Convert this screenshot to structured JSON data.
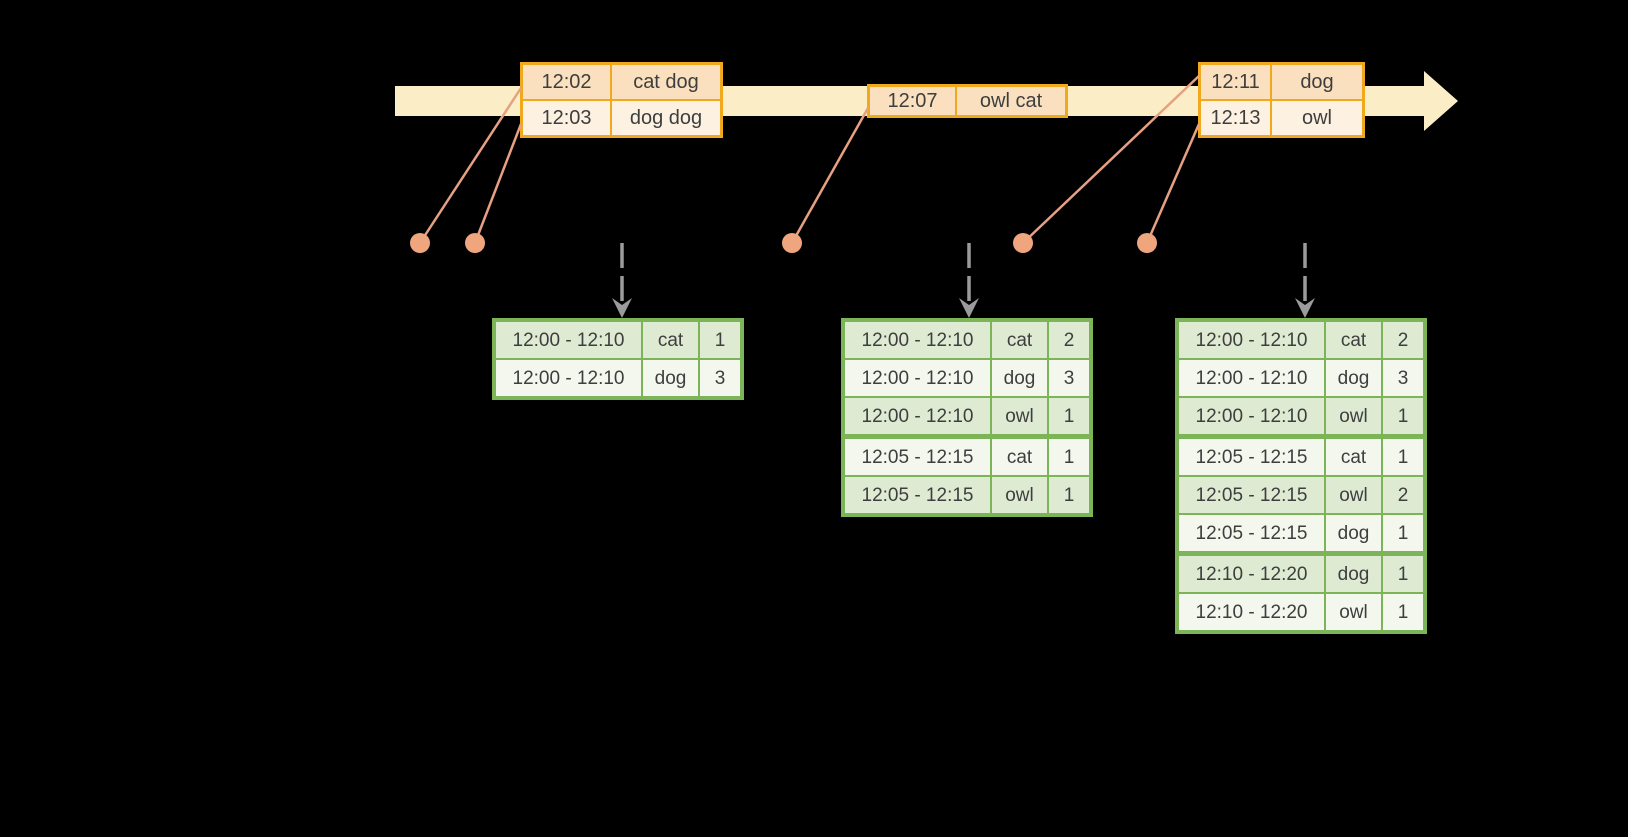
{
  "colors": {
    "background": "#000000",
    "timeline_fill": "#fbeec6",
    "event_border": "#f0a81c",
    "event_row_dark": "#fae0be",
    "event_row_light": "#fdf2e1",
    "result_border": "#7bb558",
    "result_row_dark": "#dfead3",
    "result_row_light": "#f3f7ee",
    "dot": "#efa57e",
    "connector": "#e8a083",
    "arrow_gray": "#9b9b9b",
    "text": "#3e3e3e"
  },
  "event_stream": {
    "tables": [
      {
        "rows": [
          {
            "time": "12:02",
            "words": "cat dog"
          },
          {
            "time": "12:03",
            "words": "dog dog"
          }
        ]
      },
      {
        "rows": [
          {
            "time": "12:07",
            "words": "owl cat"
          }
        ]
      },
      {
        "rows": [
          {
            "time": "12:11",
            "words": "dog"
          },
          {
            "time": "12:13",
            "words": "owl"
          }
        ]
      }
    ]
  },
  "result_tables": [
    {
      "rows": [
        {
          "window": "12:00 - 12:10",
          "word": "cat",
          "count": "1"
        },
        {
          "window": "12:00 - 12:10",
          "word": "dog",
          "count": "3"
        }
      ]
    },
    {
      "rows": [
        {
          "window": "12:00 - 12:10",
          "word": "cat",
          "count": "2"
        },
        {
          "window": "12:00 - 12:10",
          "word": "dog",
          "count": "3"
        },
        {
          "window": "12:00 - 12:10",
          "word": "owl",
          "count": "1"
        },
        {
          "window": "12:05 - 12:15",
          "word": "cat",
          "count": "1"
        },
        {
          "window": "12:05 - 12:15",
          "word": "owl",
          "count": "1"
        }
      ]
    },
    {
      "rows": [
        {
          "window": "12:00 - 12:10",
          "word": "cat",
          "count": "2"
        },
        {
          "window": "12:00 - 12:10",
          "word": "dog",
          "count": "3"
        },
        {
          "window": "12:00 - 12:10",
          "word": "owl",
          "count": "1"
        },
        {
          "window": "12:05 - 12:15",
          "word": "cat",
          "count": "1"
        },
        {
          "window": "12:05 - 12:15",
          "word": "owl",
          "count": "2"
        },
        {
          "window": "12:05 - 12:15",
          "word": "dog",
          "count": "1"
        },
        {
          "window": "12:10 - 12:20",
          "word": "dog",
          "count": "1"
        },
        {
          "window": "12:10 - 12:20",
          "word": "owl",
          "count": "1"
        }
      ]
    }
  ]
}
